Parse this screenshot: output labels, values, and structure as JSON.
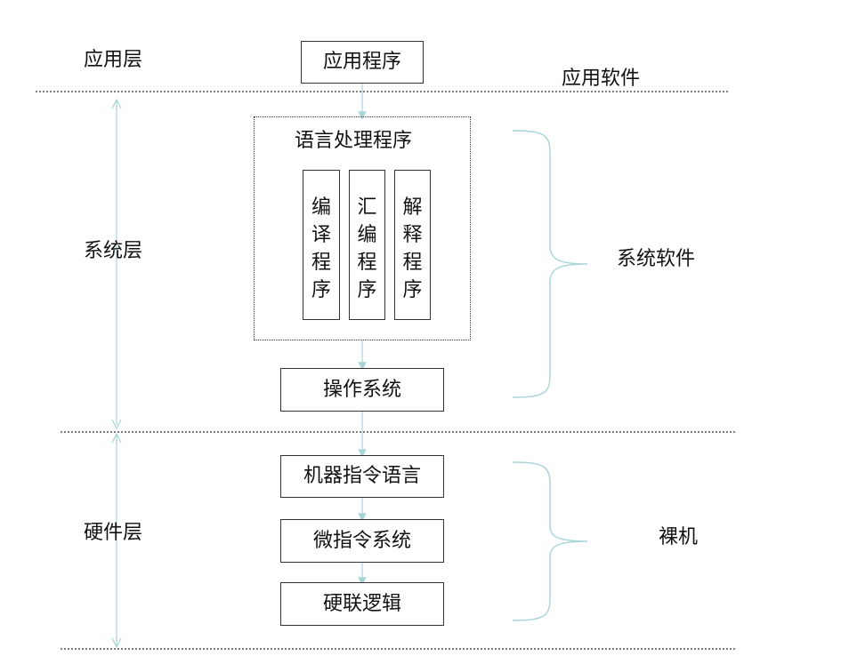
{
  "layers": {
    "application": "应用层",
    "system": "系统层",
    "hardware": "硬件层"
  },
  "categories": {
    "application_software": "应用软件",
    "system_software": "系统软件",
    "bare_machine": "裸机"
  },
  "boxes": {
    "application_program": "应用程序",
    "language_processor": "语言处理程序",
    "compiler": [
      "编",
      "译",
      "程",
      "序"
    ],
    "assembler": [
      "汇",
      "编",
      "程",
      "序"
    ],
    "interpreter": [
      "解",
      "释",
      "程",
      "序"
    ],
    "operating_system": "操作系统",
    "machine_language": "机器指令语言",
    "microinstruction_system": "微指令系统",
    "hardwired_logic": "硬联逻辑"
  },
  "colors": {
    "arrow": "#a8d4d8",
    "separator": "#333333",
    "border": "#333333"
  }
}
